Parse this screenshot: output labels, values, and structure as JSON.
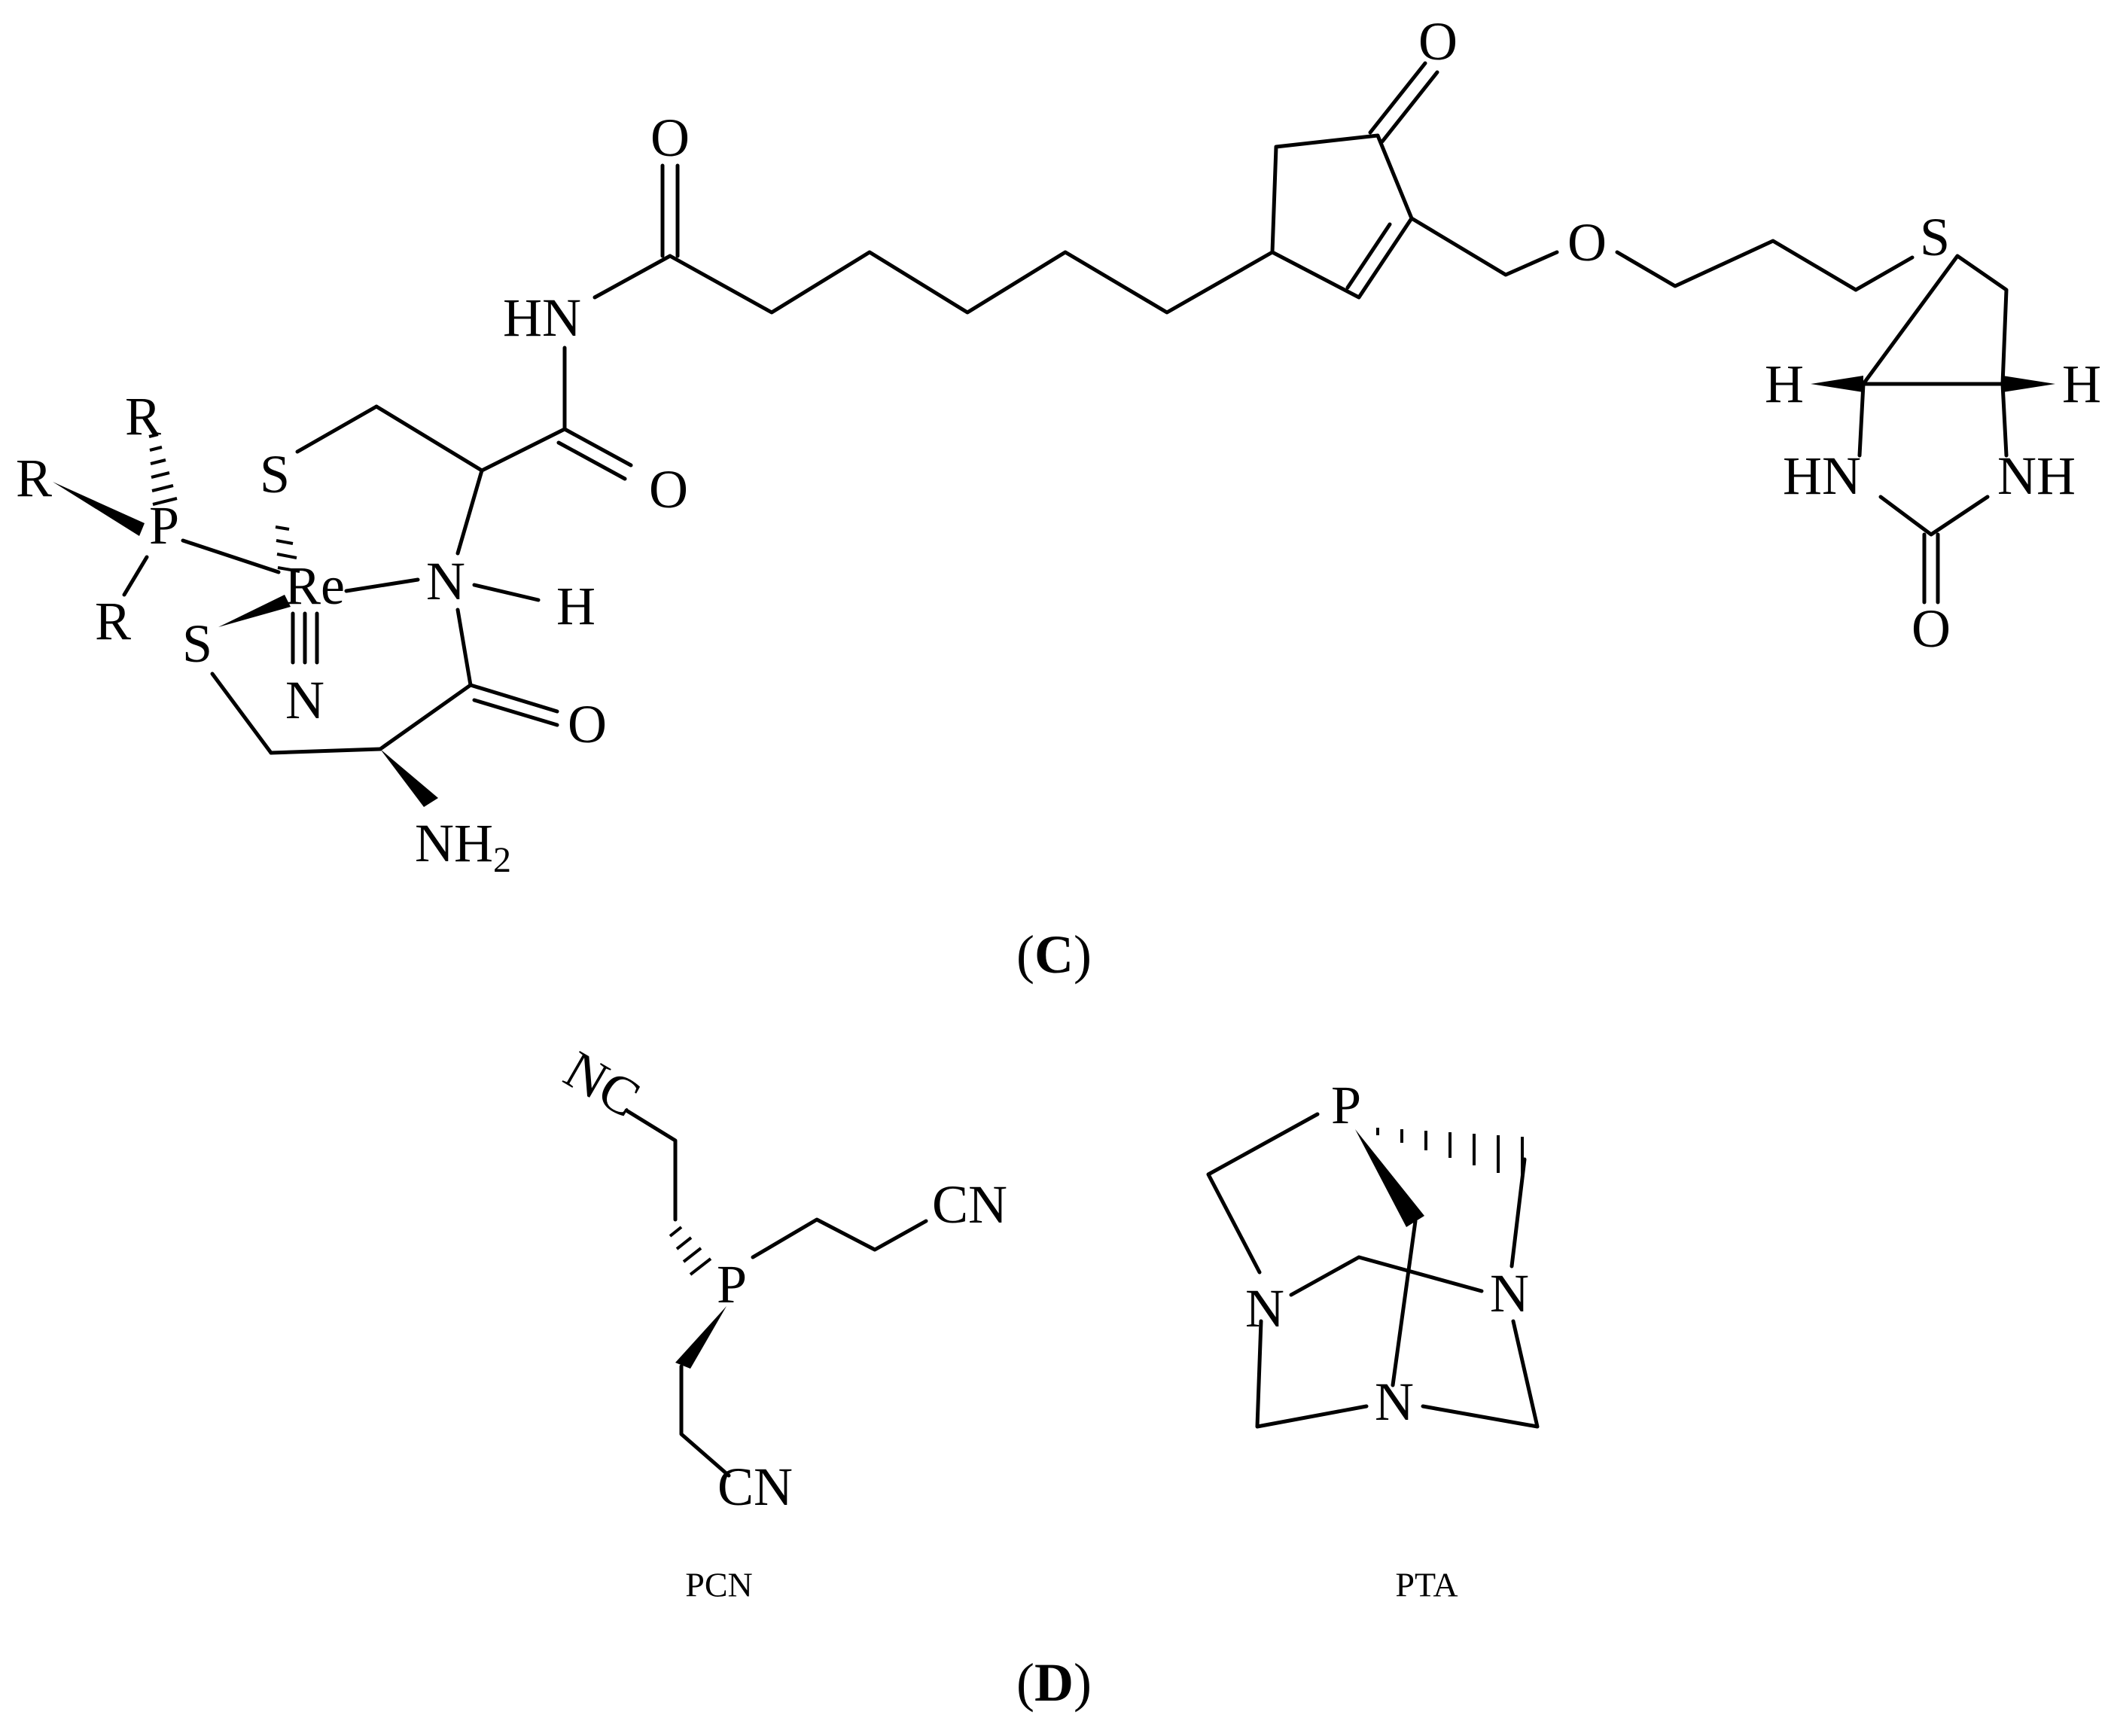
{
  "panel_c": {
    "label_open": "(",
    "label_letter": "C",
    "label_close": ")",
    "atoms": {
      "r_top": "R",
      "r_left": "R",
      "r_bottom": "R",
      "p": "P",
      "re": "Re",
      "s_top": "S",
      "s_bottom": "S",
      "n_nitrido": "N",
      "n_amine": "N",
      "h_amine": "H",
      "nh2": "NH",
      "nh2_sub": "2",
      "hn_amide": "HN",
      "o_amide1": "O",
      "o_amide2": "O",
      "o_amide3": "O",
      "o_ketone": "O",
      "o_ether": "O",
      "s_thiophane": "S",
      "h_left": "H",
      "h_right": "H",
      "hn_urea": "HN",
      "nh_urea": "NH",
      "o_urea": "O"
    }
  },
  "panel_d": {
    "label_open": "(",
    "label_letter": "D",
    "label_close": ")",
    "pcn": {
      "caption": "PCN",
      "nc": "NC",
      "p": "P",
      "cn_right": "CN",
      "cn_bottom": "CN"
    },
    "pta": {
      "caption": "PTA",
      "p": "P",
      "n_left": "N",
      "n_right": "N",
      "n_bottom": "N"
    }
  }
}
